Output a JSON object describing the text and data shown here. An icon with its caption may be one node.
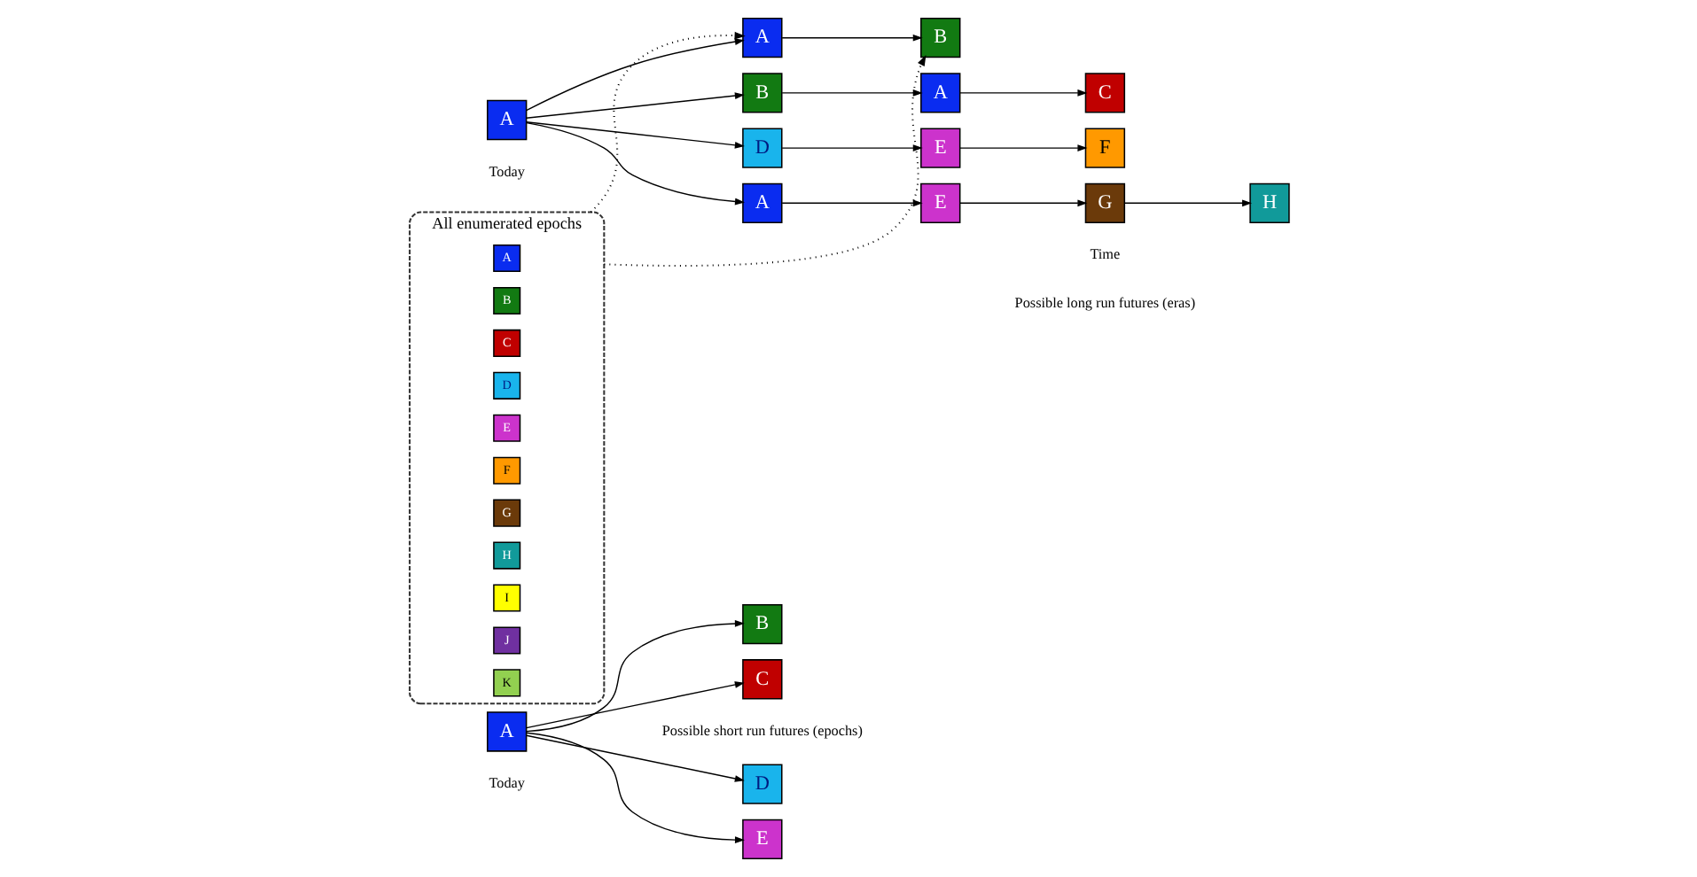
{
  "diagram": {
    "nodes": [
      {
        "text": [
          "A"
        ],
        "beside": [
          "Today"
        ]
      },
      {
        "text": [
          "B"
        ]
      },
      {
        "text": [
          "C"
        ]
      },
      {
        "text": [
          "D"
        ]
      },
      {
        "text": [
          "E"
        ]
      },
      {
        "text": [
          "A"
        ],
        "beside": [
          "Today"
        ]
      },
      {
        "text": [
          "A"
        ]
      },
      {
        "text": [
          "B"
        ]
      },
      {
        "text": [
          "B"
        ]
      },
      {
        "text": [
          "A"
        ]
      },
      {
        "text": [
          "C"
        ]
      },
      {
        "text": [
          "D"
        ]
      },
      {
        "text": [
          "E"
        ]
      },
      {
        "text": [
          "F"
        ]
      },
      {
        "text": [
          "A"
        ]
      },
      {
        "text": [
          "E"
        ]
      },
      {
        "text": [
          "G"
        ]
      },
      {
        "text": [
          "H"
        ]
      },
      {
        "text": [
          "All enumerated epochs"
        ]
      },
      {
        "text": [
          "A"
        ],
        "in": 18
      },
      {
        "text": [
          "B"
        ],
        "in": 18
      },
      {
        "text": [
          "C"
        ],
        "in": 18
      },
      {
        "text": [
          "D"
        ],
        "in": 18
      },
      {
        "text": [
          "E"
        ],
        "in": 18
      },
      {
        "text": [
          "F"
        ],
        "in": 18
      },
      {
        "text": [
          "G"
        ],
        "in": 18
      },
      {
        "text": [
          "H"
        ],
        "in": 18
      },
      {
        "text": [
          "I"
        ],
        "in": 18
      },
      {
        "text": [
          "J"
        ],
        "in": 18
      },
      {
        "text": [
          "K"
        ],
        "in": 18
      }
    ],
    "edges": [
      {
        "from": 0,
        "to": 1,
        "arrow": "to"
      },
      {
        "from": 0,
        "to": 2,
        "arrow": "to"
      },
      {
        "from": 0,
        "to": 3,
        "arrow": "to"
      },
      {
        "from": 0,
        "to": 4,
        "arrow": "to"
      },
      {
        "from": 5,
        "to": 6,
        "arrow": "to"
      },
      {
        "from": 5,
        "to": 8,
        "arrow": "to"
      },
      {
        "from": 5,
        "to": 11,
        "arrow": "to"
      },
      {
        "from": 5,
        "to": 14,
        "arrow": "to"
      },
      {
        "from": 6,
        "to": 7,
        "arrow": "to"
      },
      {
        "from": 8,
        "to": 9,
        "arrow": "to"
      },
      {
        "from": 9,
        "to": 10,
        "arrow": "to"
      },
      {
        "from": 11,
        "to": 12,
        "arrow": "to"
      },
      {
        "from": 12,
        "to": 13,
        "arrow": "to"
      },
      {
        "from": 14,
        "to": 15,
        "arrow": "to"
      },
      {
        "from": 15,
        "to": 16,
        "arrow": "to"
      },
      {
        "from": 16,
        "to": 17,
        "arrow": "to"
      },
      {
        "from": 18,
        "to": 6,
        "arrow": "to",
        "style": "dashed"
      },
      {
        "from": 18,
        "to": 7,
        "arrow": "to",
        "style": "dashed"
      }
    ],
    "labels": [
      "Possible short run futures (epochs)",
      "Time",
      "Possible long run futures (eras)"
    ]
  }
}
